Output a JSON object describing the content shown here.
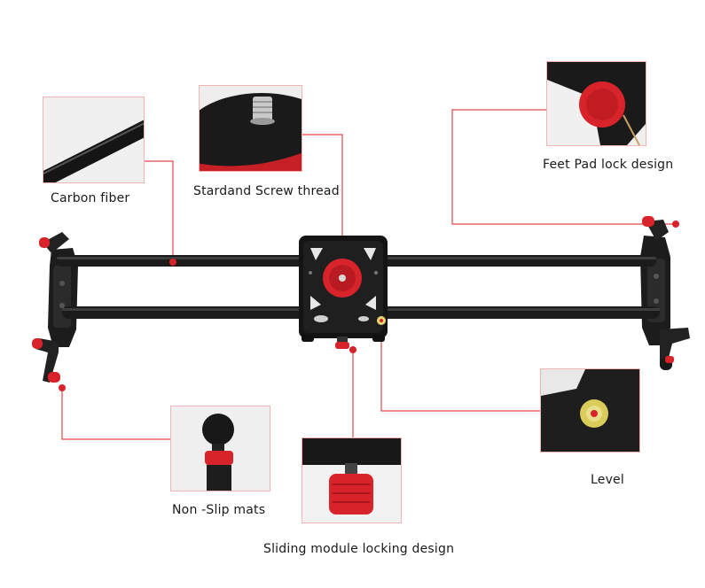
{
  "labels": {
    "carbon_fiber": "Carbon fiber",
    "screw_thread": "Stardand Screw thread",
    "feet_pad": "Feet Pad lock design",
    "level": "Level",
    "non_slip": "Non -Slip mats",
    "sliding_module": "Sliding module locking design"
  },
  "colors": {
    "accent_red": "#d8232a",
    "rail": "#1b1b1b",
    "carriage": "#141414",
    "leader_line": "#e0474c",
    "inset_border": "#f2b3b3"
  }
}
